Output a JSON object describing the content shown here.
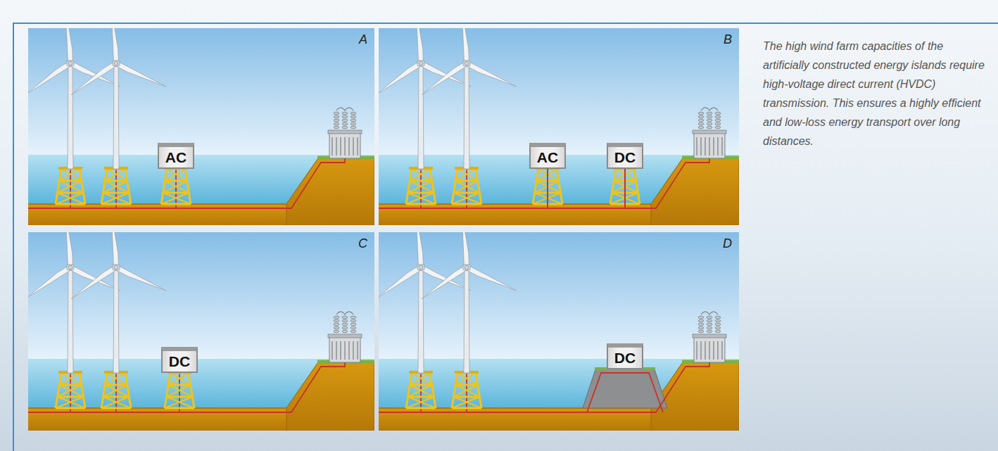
{
  "diagram": {
    "caption": "The high wind farm capacities of the artificially constructed energy islands require high-voltage direct current (HVDC) transmission. This ensures a highly efficient and low-loss energy transport over long distances.",
    "nodes": [
      {
        "text": [
          "A"
        ]
      },
      {
        "text": [
          "AC"
        ],
        "in": 0
      },
      {
        "text": [
          "B"
        ]
      },
      {
        "text": [
          "AC"
        ],
        "in": 2
      },
      {
        "text": [
          "DC"
        ],
        "in": 2
      },
      {
        "text": [
          "C"
        ]
      },
      {
        "text": [
          "DC"
        ],
        "in": 5
      },
      {
        "text": [
          "D"
        ]
      },
      {
        "text": [
          "DC"
        ],
        "in": 7
      }
    ],
    "edges": [
      {
        "from": 3,
        "to": 4,
        "arrow": "none"
      }
    ]
  }
}
